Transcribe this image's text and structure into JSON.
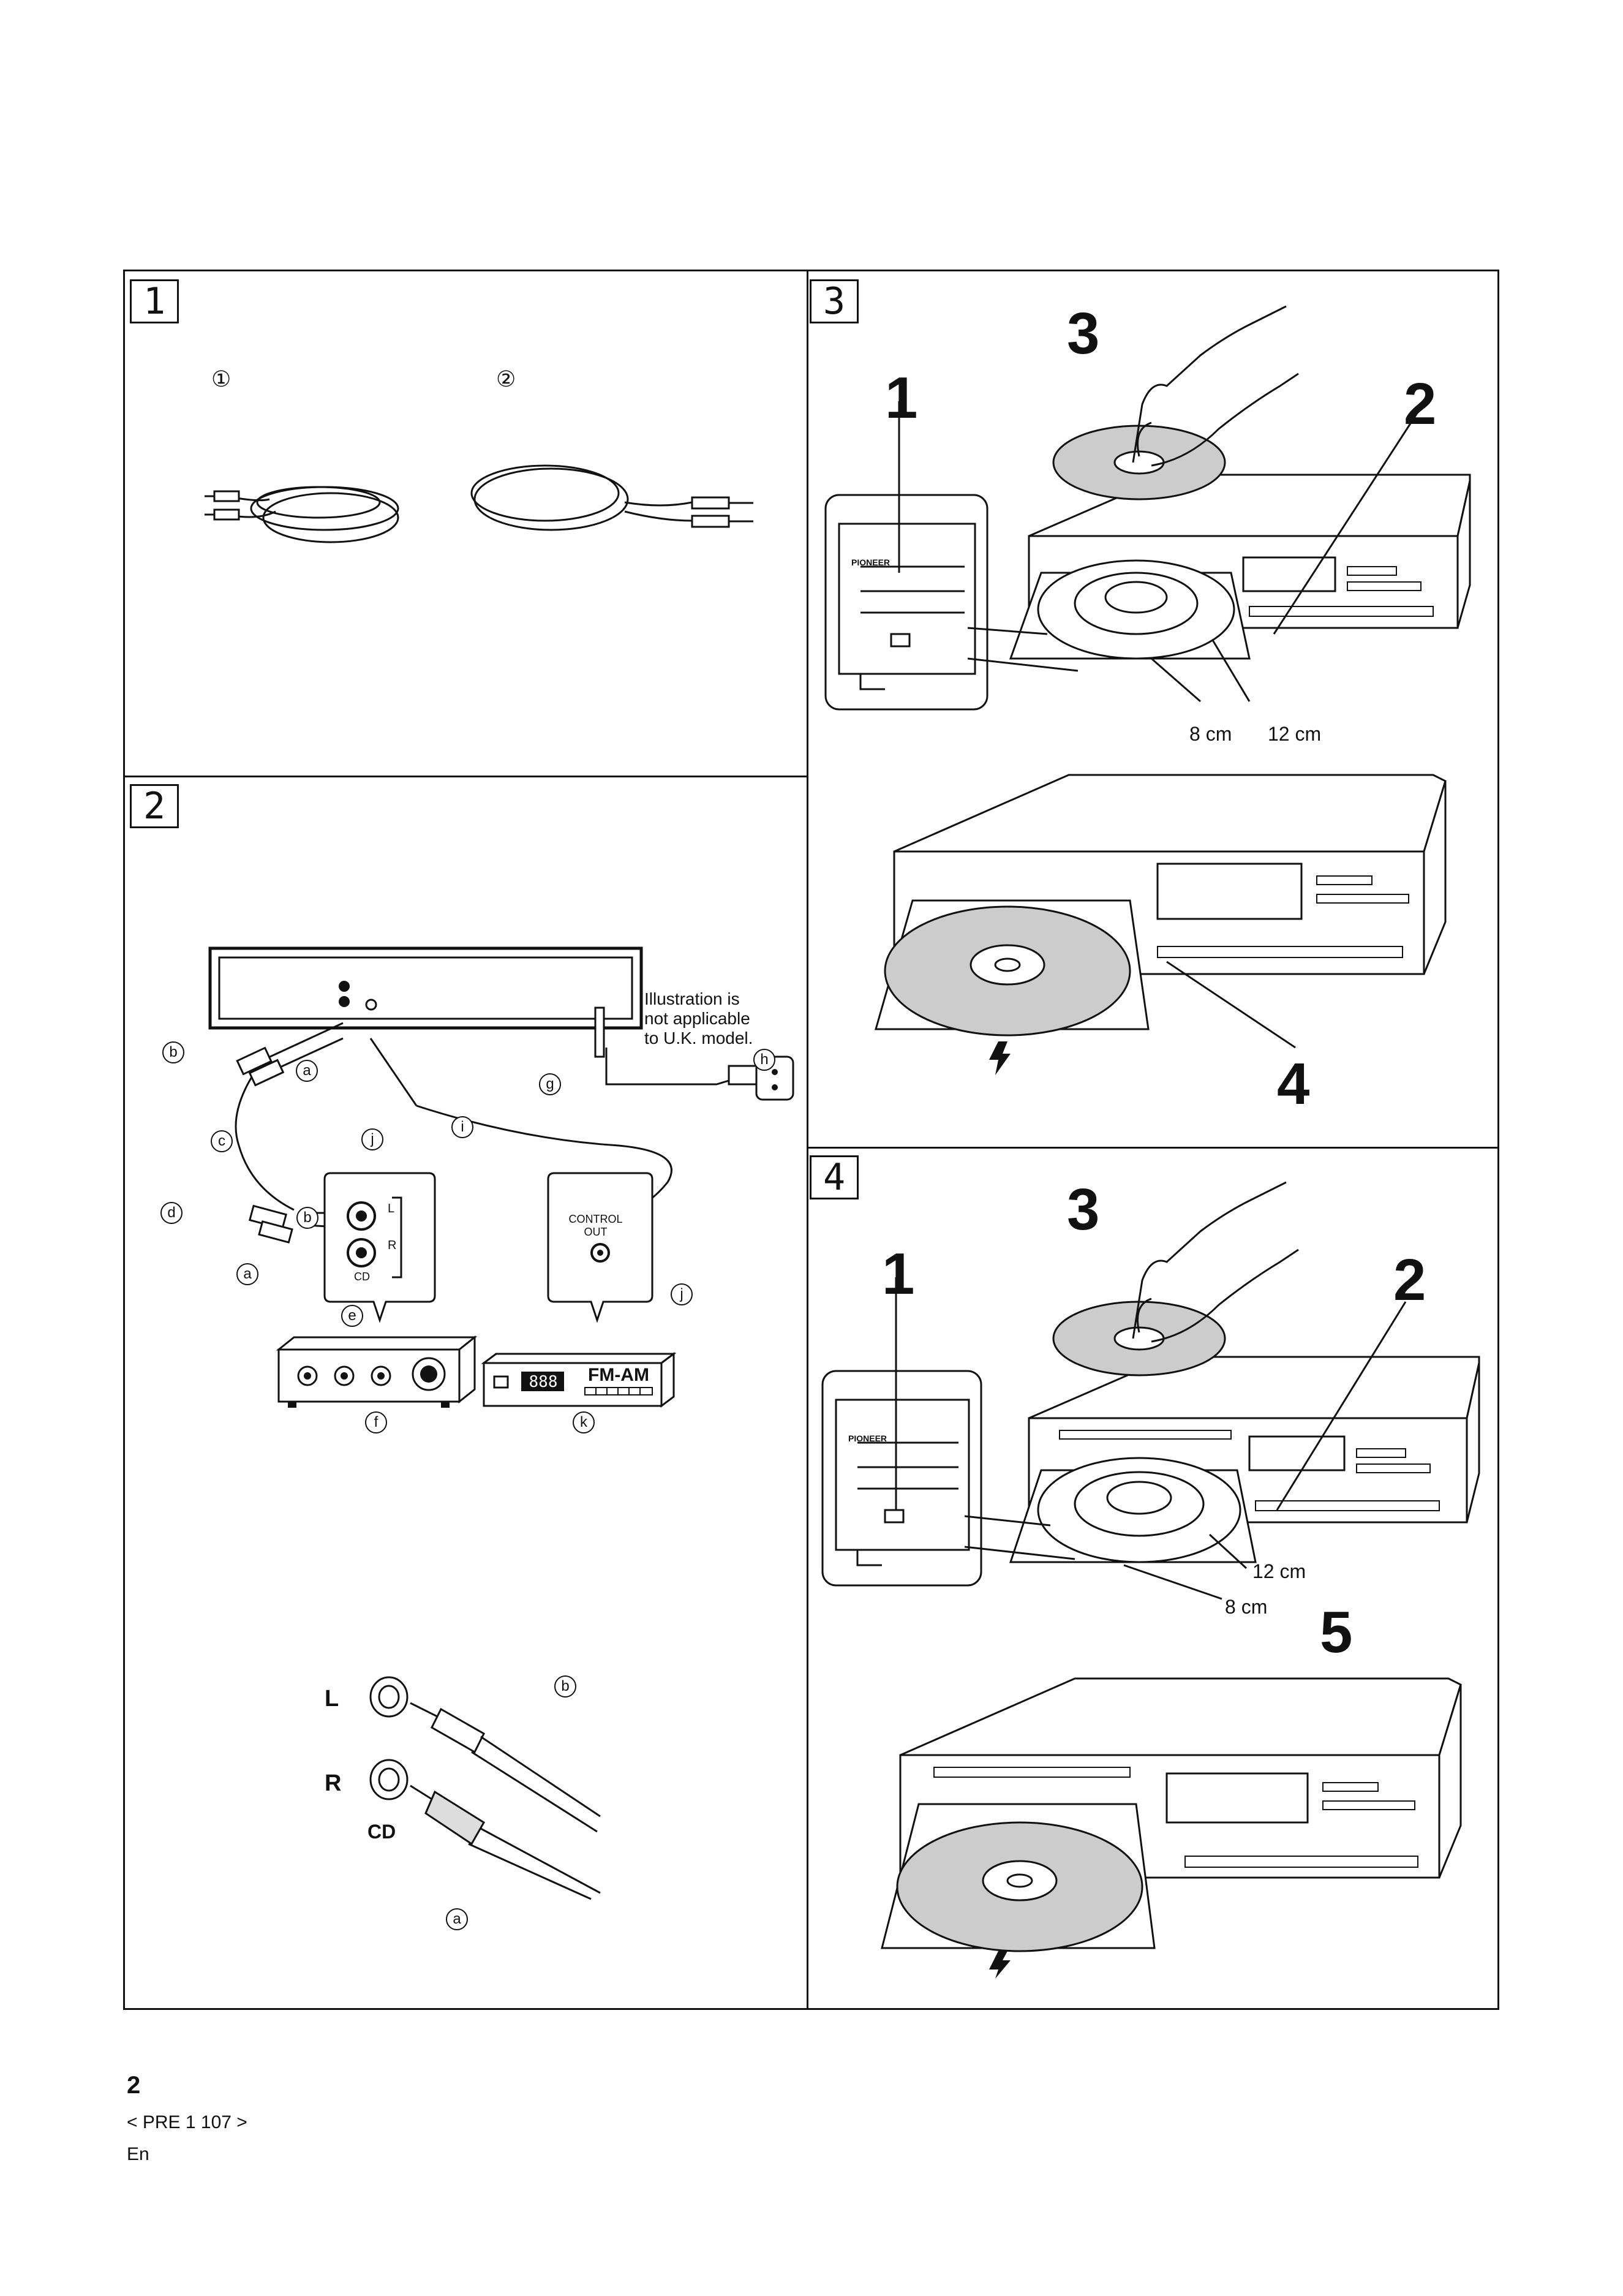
{
  "sections": {
    "s1": {
      "number": "1",
      "items": [
        "①",
        "②"
      ]
    },
    "s2": {
      "number": "2",
      "note": [
        "Illustration is",
        "not applicable",
        "to U.K. model."
      ],
      "callouts": {
        "a": "a",
        "b": "b",
        "c": "c",
        "d": "d",
        "e": "e",
        "f": "f",
        "g": "g",
        "h": "h",
        "i": "i",
        "j": "j",
        "k": "k"
      },
      "amp_jack_L": "L",
      "amp_jack_R": "R",
      "amp_jack_cd": "CD",
      "tuner_label": "CONTROL\nOUT",
      "tuner_text": "FM-AM",
      "tuner_display": "888",
      "detail_L": "L",
      "detail_R": "R",
      "detail_cd": "CD"
    },
    "s3": {
      "number": "3",
      "steps": {
        "one": "1",
        "two": "2",
        "three": "3",
        "four": "4"
      },
      "size_8": "8 cm",
      "size_12": "12 cm",
      "brand": "PIONEER"
    },
    "s4": {
      "number": "4",
      "steps": {
        "one": "1",
        "two": "2",
        "three": "3",
        "five": "5"
      },
      "size_8": "8 cm",
      "size_12": "12 cm",
      "brand": "PIONEER"
    }
  },
  "footer": {
    "page": "2",
    "code": "< PRE 1 107 >",
    "lang": "En"
  }
}
